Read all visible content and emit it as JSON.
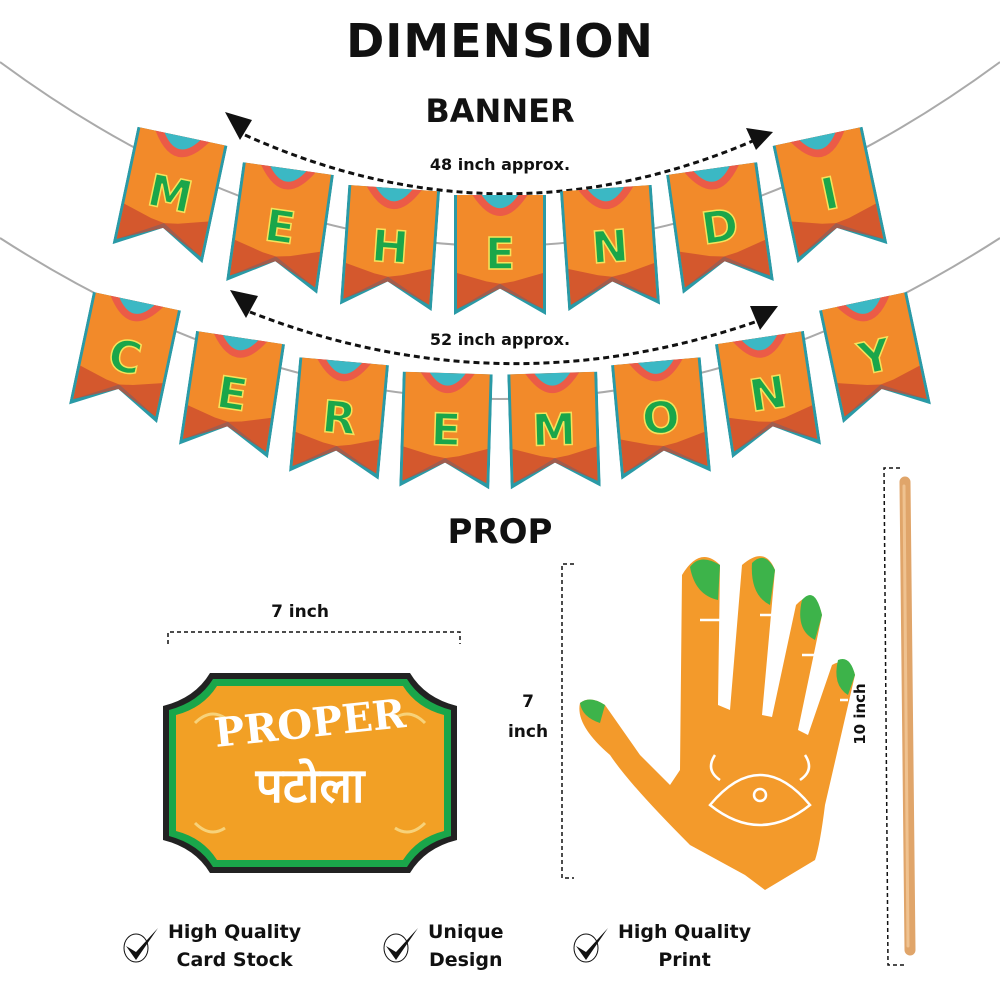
{
  "header": {
    "title": "DIMENSION",
    "banner_heading": "BANNER",
    "prop_heading": "PROP"
  },
  "banner": {
    "row1": {
      "letters": [
        "M",
        "E",
        "H",
        "E",
        "N",
        "D",
        "I"
      ],
      "dimension": "48 inch approx."
    },
    "row2": {
      "letters": [
        "C",
        "E",
        "R",
        "E",
        "M",
        "O",
        "N",
        "Y"
      ],
      "dimension": "52 inch approx."
    },
    "colors": {
      "flag": "#f28a2a",
      "letter": "#1aa64a",
      "letter_outline": "#f5e35b",
      "border_teal": "#2a9aa6"
    }
  },
  "props": {
    "sign": {
      "width_label": "7 inch",
      "line1": "PROPER",
      "line2": "पटोला",
      "colors": {
        "fill": "#f2a025",
        "border": "#1aa64a",
        "outline": "#222222"
      }
    },
    "hand": {
      "height_label_num": "7",
      "height_label_unit": "inch",
      "colors": {
        "fill": "#f39a2b",
        "nails": "#3db34a"
      }
    },
    "stick": {
      "length_label": "10 inch",
      "color": "#e0a56a"
    }
  },
  "features": [
    {
      "line1": "High Quality",
      "line2": "Card Stock"
    },
    {
      "line1": "Unique",
      "line2": "Design"
    },
    {
      "line1": "High Quality",
      "line2": "Print"
    }
  ]
}
